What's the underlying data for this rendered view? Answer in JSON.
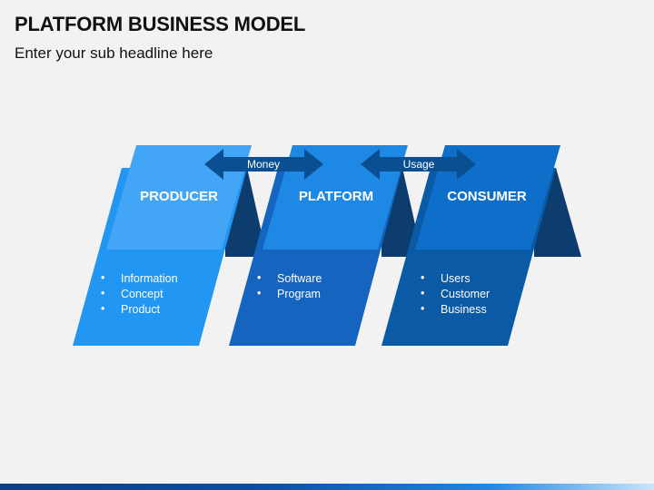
{
  "header": {
    "title": "PLATFORM BUSINESS MODEL",
    "subtitle": "Enter your sub headline here"
  },
  "diagram": {
    "nodes": [
      {
        "label": "PRODUCER",
        "items": [
          "Information",
          "Concept",
          "Product"
        ]
      },
      {
        "label": "PLATFORM",
        "items": [
          "Software",
          "Program"
        ]
      },
      {
        "label": "CONSUMER",
        "items": [
          "Users",
          "Customer",
          "Business"
        ]
      }
    ],
    "links": [
      {
        "label": "Money"
      },
      {
        "label": "Usage"
      }
    ]
  },
  "colors": {
    "producer_top": "#42a5f5",
    "producer_bottom": "#2196f3",
    "platform_top": "#1e88e5",
    "platform_bottom": "#1565c0",
    "consumer_top": "#0d6fc9",
    "consumer_bottom": "#0b5aa5",
    "fold_shadow": "#0c3d6e",
    "arrow": "#0b4f93",
    "background": "#f2f2f2"
  }
}
